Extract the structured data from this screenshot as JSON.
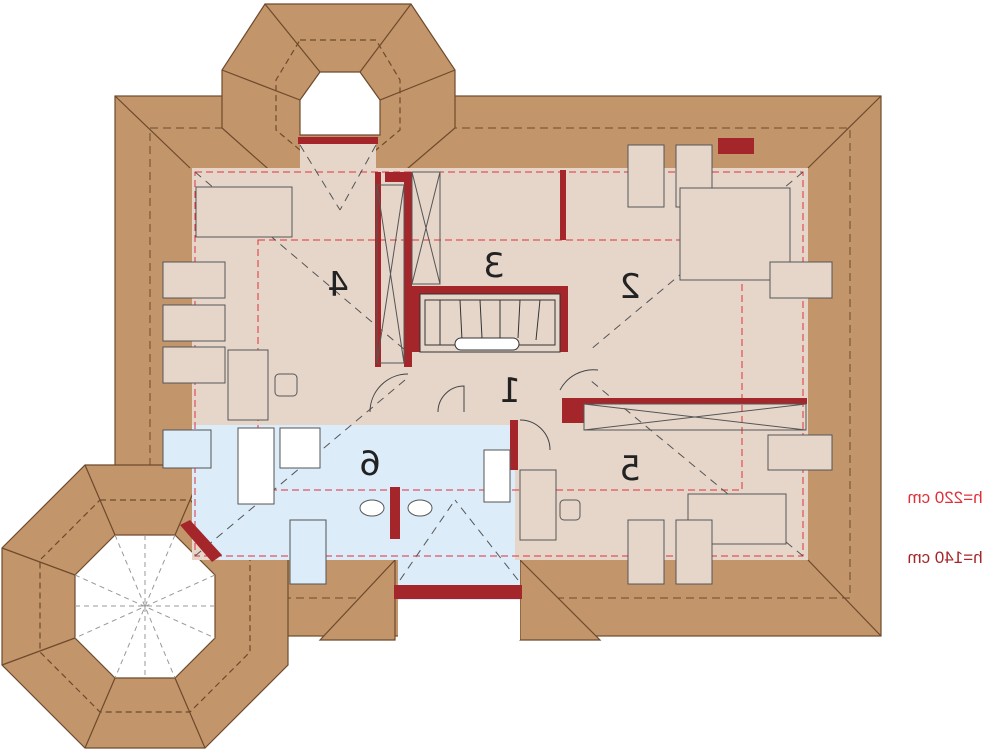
{
  "colors": {
    "roof": "#c2956b",
    "roof_edge": "#6e4a2c",
    "floor": "#e6d6ca",
    "bathroom": "#dcecf9",
    "wall": "#a5262a",
    "red_dash": "#e0303a",
    "furniture": "#e6d6ca",
    "skylight": "#ffffff"
  },
  "rooms": [
    {
      "id": "room-1",
      "label": "1"
    },
    {
      "id": "room-2",
      "label": "2"
    },
    {
      "id": "room-3",
      "label": "3"
    },
    {
      "id": "room-4",
      "label": "4"
    },
    {
      "id": "room-5",
      "label": "5"
    },
    {
      "id": "room-6",
      "label": "6"
    }
  ],
  "legend": {
    "height_220": "h=220 cm",
    "height_140": "h=140 cm"
  }
}
